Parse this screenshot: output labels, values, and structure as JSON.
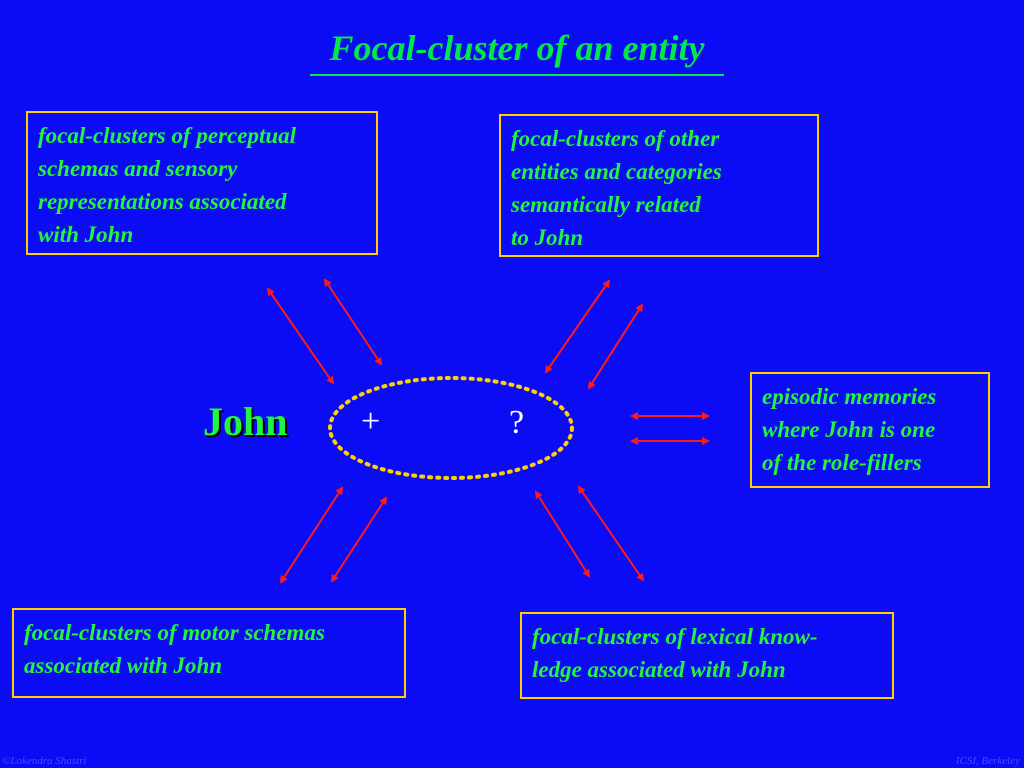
{
  "slide": {
    "title": "Focal-cluster of an entity",
    "center": {
      "entity": "John",
      "plus": "+",
      "question": "?"
    },
    "boxes": {
      "perceptual": "focal-clusters of perceptual\nschemas and sensory\nrepresentations associated\nwith John",
      "entities": "focal-clusters of other\nentities and categories\nsemantically related\nto John",
      "episodic": "episodic memories\nwhere John is one\nof the role-fillers",
      "motor": "focal-clusters of motor schemas\nassociated with John",
      "lexical": "focal-clusters of lexical know-\nledge associated with John"
    },
    "footer": {
      "left": "©Lokendra Shastri",
      "right": "ICSI, Berkeley"
    }
  },
  "colors": {
    "background": "#0b0bf6",
    "text_green": "#22f53d",
    "box_border": "#ffd000",
    "arrow": "#ff1a1a",
    "ellipse": "#ffd000"
  }
}
